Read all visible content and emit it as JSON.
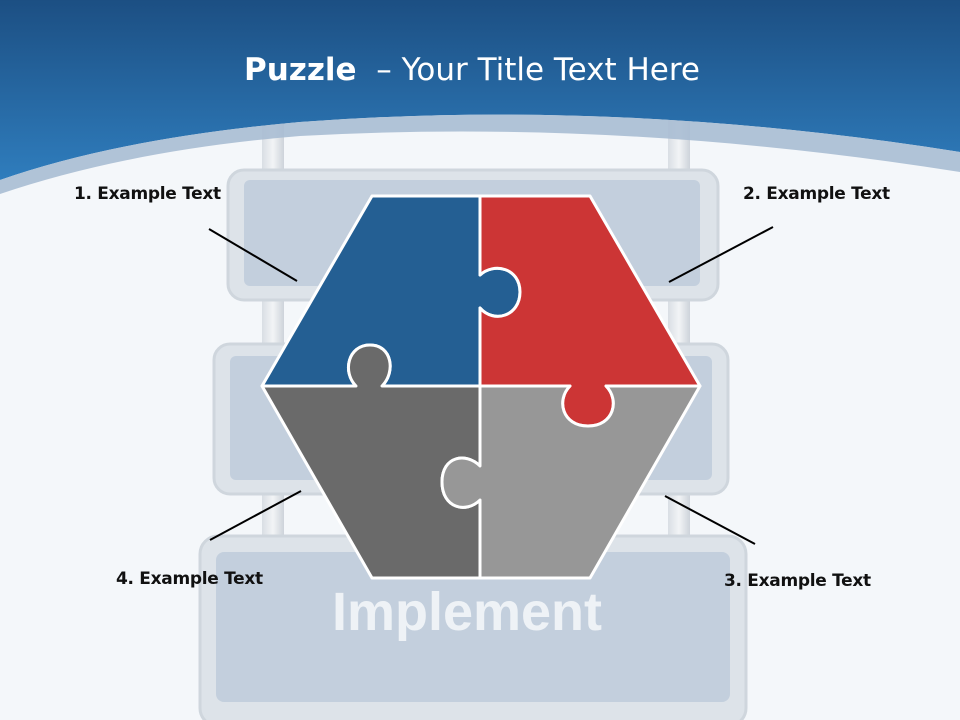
{
  "title": {
    "bold": "Puzzle",
    "rest": "  – Your Title Text Here"
  },
  "sign_text": "Implement",
  "labels": [
    "1. Example Text",
    "2. Example Text",
    "3. Example Text",
    "4. Example Text"
  ],
  "colors": {
    "header_blue": "#24659f",
    "piece_blue": "#245f93",
    "piece_red": "#cc3535",
    "piece_dark_gray": "#6a6a6a",
    "piece_light_gray": "#979797",
    "sign_board": "#c3cfdd"
  }
}
